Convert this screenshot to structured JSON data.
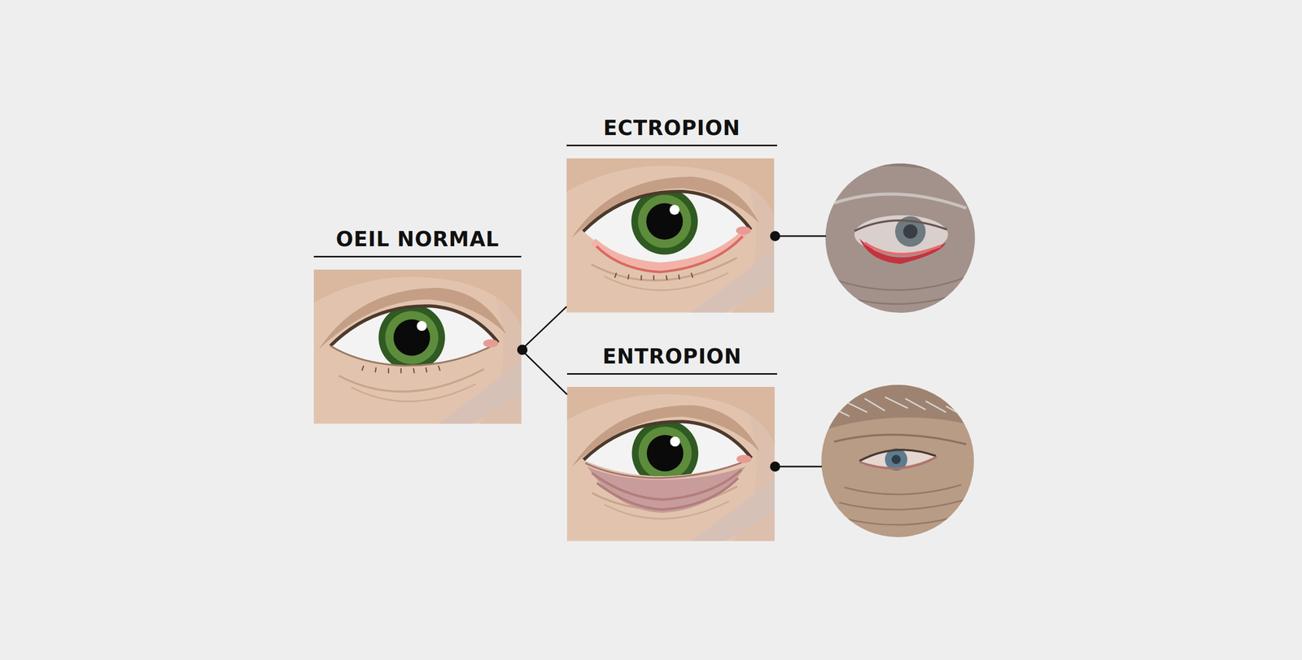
{
  "diagram": {
    "nodes": [
      {
        "text": [
          "OEIL NORMAL"
        ]
      },
      {
        "text": [
          "ECTROPION"
        ]
      },
      {
        "text": [
          "ENTROPION"
        ]
      }
    ],
    "edges": [
      {
        "from": 0,
        "to": 1,
        "arrow": "none"
      },
      {
        "from": 0,
        "to": 2,
        "arrow": "none"
      }
    ]
  }
}
